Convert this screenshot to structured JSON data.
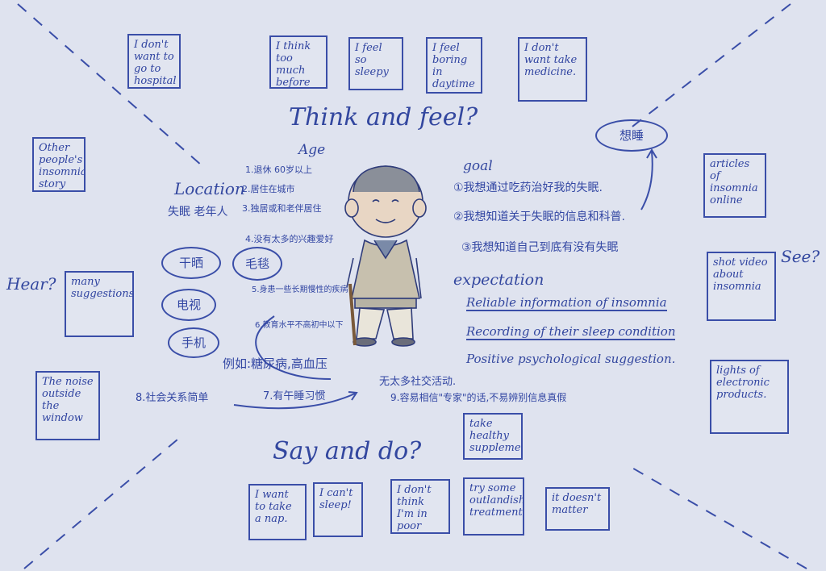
{
  "headings": {
    "think_feel": "Think and feel?",
    "say_do": "Say and do?",
    "hear": "Hear?",
    "see": "See?"
  },
  "think_notes": [
    "I don't want to go to hospital",
    "I think too much before sleep.",
    "I feel so sleepy",
    "I feel boring in daytime",
    "I don't want take medicine."
  ],
  "hear_notes": [
    "Other people's insomnia story",
    "many suggestions",
    "The noise outside the window"
  ],
  "see_notes": [
    "articles of insomnia online",
    "shot video about insomnia",
    "lights of electronic products."
  ],
  "say_notes": [
    "take healthy supplement",
    "I want to take a nap.",
    "I can't sleep!",
    "I don't think I'm in poor health",
    "try some outlandish treatments",
    "it doesn't matter"
  ],
  "center": {
    "location_label": "Location",
    "location_value": "失眠 老年人",
    "age_label": "Age",
    "age_items": [
      "1.退休 60岁以上",
      "2.居住在城市",
      "3.独居或和老伴居住",
      "4.没有太多的兴趣爱好",
      "5.身患一些长期慢性的疾病",
      "6.教育水平不高初中以下"
    ],
    "ovals": [
      "干晒",
      "毛毯",
      "电视",
      "手机"
    ],
    "example": "例如:糖尿病,高血压",
    "item7": "7.有午睡习惯",
    "item8": "8.社会关系简单",
    "item9a": "无太多社交活动.",
    "item9b": "9.容易相信\"专家\"的话,不易辨别信息真假",
    "bubble": "想睡",
    "goal_label": "goal",
    "goals": [
      "①我想通过吃药治好我的失眠.",
      "②我想知道关于失眠的信息和科普.",
      "③我想知道自己到底有没有失眠"
    ],
    "expectation_label": "expectation",
    "expectations": [
      "Reliable information of insomnia",
      "Recording of their sleep condition",
      "Positive psychological suggestion."
    ]
  }
}
